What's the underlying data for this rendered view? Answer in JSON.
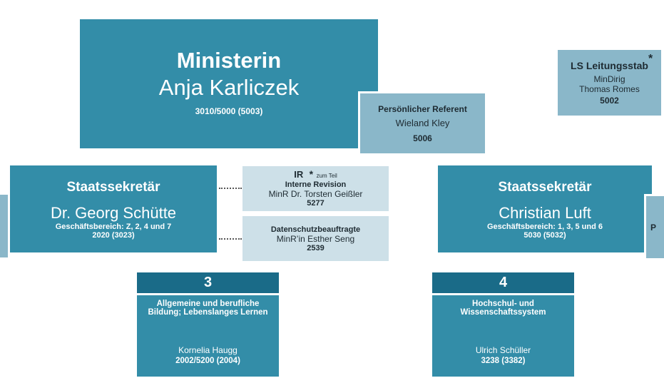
{
  "minister": {
    "title": "Ministerin",
    "name": "Anja Karliczek",
    "phone": "3010/5000 (5003)"
  },
  "personal_referent": {
    "title": "Persönlicher Referent",
    "name": "Wieland Kley",
    "phone": "5006"
  },
  "leitungsstab": {
    "title": "LS Leitungsstab",
    "asterisk": "*",
    "rank": "MinDirig",
    "name": "Thomas Romes",
    "phone": "5002"
  },
  "state_secretary_left": {
    "title": "Staatssekretär",
    "name": "Dr. Georg Schütte",
    "scope": "Geschäftsbereich: Z, 2, 4 und 7",
    "phone": "2020 (3023)"
  },
  "state_secretary_right": {
    "title": "Staatssekretär",
    "name": "Christian Luft",
    "scope": "Geschäftsbereich: 1, 3, 5 und 6",
    "phone": "5030 (5032)"
  },
  "internal_audit": {
    "abbr": "IR",
    "asterisk": "*",
    "note": "zum Teil",
    "title": "Interne Revision",
    "name": "MinR Dr. Torsten Geißler",
    "phone": "5277"
  },
  "data_protection": {
    "title": "Datenschutzbeauftragte",
    "name": "MinR’in Esther Seng",
    "phone": "2539"
  },
  "departments": [
    {
      "number": "3",
      "title_line1": "Allgemeine und berufliche",
      "title_line2": "Bildung; Lebenslanges Lernen",
      "head": "Kornelia Haugg",
      "phone": "2002/5200 (2004)"
    },
    {
      "number": "4",
      "title_line1": "Hochschul- und",
      "title_line2": "Wissenschaftssystem",
      "head": "Ulrich Schüller",
      "phone": "3238 (3382)"
    }
  ],
  "colors": {
    "dark": "#338da8",
    "mid": "#8ab7c9",
    "light": "#cde0e8",
    "header": "#1a6b88"
  }
}
